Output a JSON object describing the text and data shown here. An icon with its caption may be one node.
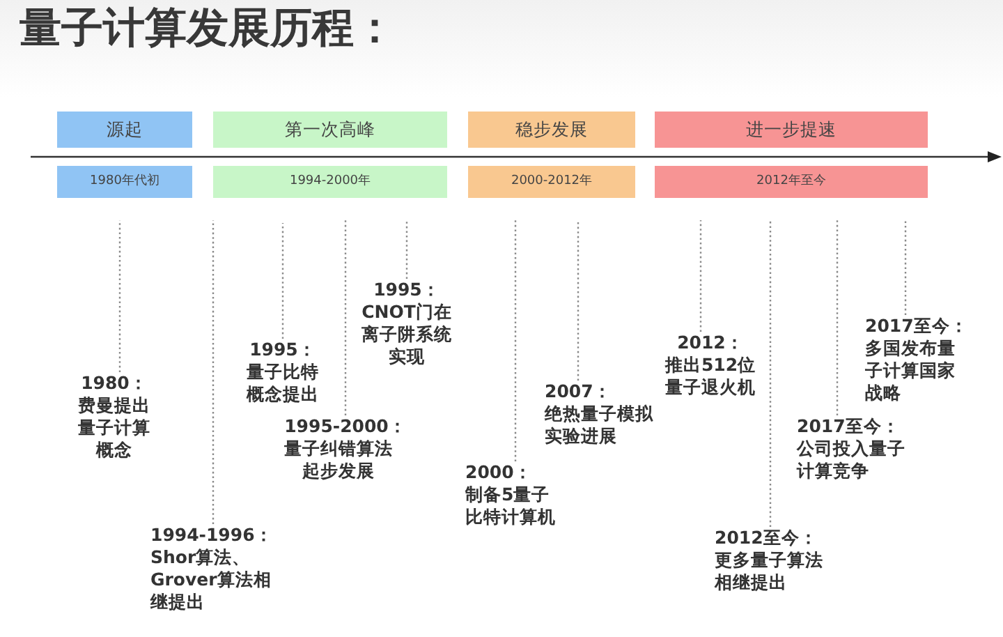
{
  "diagram": {
    "title": "量子计算发展历程：",
    "nodes": [
      {
        "text": [
          "源起"
        ]
      },
      {
        "text": [
          "第一次高峰"
        ]
      },
      {
        "text": [
          "稳步发展"
        ]
      },
      {
        "text": [
          "进一步提速"
        ]
      },
      {
        "text": [
          "1980年代初"
        ]
      },
      {
        "text": [
          "1994-2000年"
        ]
      },
      {
        "text": [
          "2000-2012年"
        ]
      },
      {
        "text": [
          "2012年至今"
        ]
      },
      {
        "text": [
          "1980：",
          "费曼提出量子计算概念"
        ]
      },
      {
        "text": [
          "1994-1996：",
          "Shor算法、Grover算法相继提出"
        ]
      },
      {
        "text": [
          "1995：",
          "量子比特概念提出"
        ]
      },
      {
        "text": [
          "1995-2000：",
          "量子纠错算法起步发展"
        ]
      },
      {
        "text": [
          "1995：",
          "CNOT门在离子阱系统实现"
        ]
      },
      {
        "text": [
          "2000：",
          "制备5量子比特计算机"
        ]
      },
      {
        "text": [
          "2007：",
          "绝热量子模拟实验进展"
        ]
      },
      {
        "text": [
          "2012：",
          "推出512位量子退火机"
        ]
      },
      {
        "text": [
          "2012至今：",
          "更多量子算法相继提出"
        ]
      },
      {
        "text": [
          "2017至今：",
          "公司投入量子计算竞争"
        ]
      },
      {
        "text": [
          "2017至今：",
          "多国发布量子计算国家战略"
        ]
      }
    ],
    "edges": [
      {
        "from": 8,
        "to": null,
        "arrow": "none"
      },
      {
        "from": 9,
        "to": null,
        "arrow": "none"
      },
      {
        "from": 10,
        "to": null,
        "arrow": "none"
      },
      {
        "from": 11,
        "to": null,
        "arrow": "none"
      },
      {
        "from": 12,
        "to": null,
        "arrow": "none"
      },
      {
        "from": 13,
        "to": null,
        "arrow": "none"
      },
      {
        "from": 14,
        "to": null,
        "arrow": "none"
      },
      {
        "from": 15,
        "to": null,
        "arrow": "none"
      },
      {
        "from": 16,
        "to": null,
        "arrow": "none"
      },
      {
        "from": 17,
        "to": null,
        "arrow": "none"
      },
      {
        "from": 18,
        "to": null,
        "arrow": "none"
      }
    ]
  }
}
